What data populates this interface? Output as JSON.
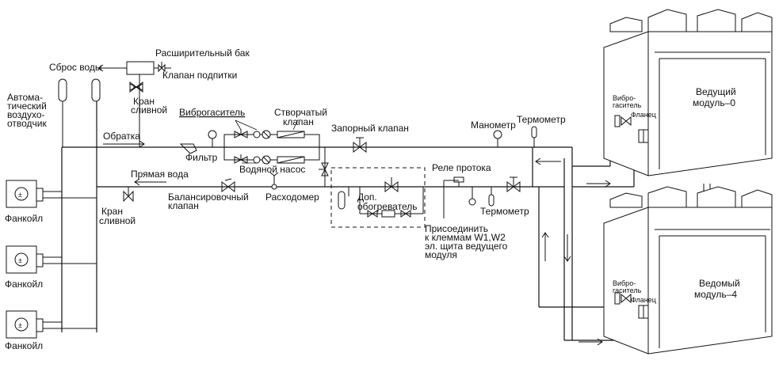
{
  "labels": {
    "expansion_tank": "Расширительный бак",
    "water_drain": "Сброс воды",
    "makeup_valve": "Клапан подпитки",
    "drain_valve_top": "Кран сливной",
    "auto_air_vent": "Автома-тический воздухо-отводчик",
    "vibration_damper": "Виброгаситель",
    "butterfly_valve": "Створчатый клапан",
    "return_flow": "Обратка",
    "filter": "Фильтр",
    "water_pump": "Водяной насос",
    "supply_water": "Прямая вода",
    "balancing_valve": "Балансировочный клапан",
    "flow_meter": "Расходомер",
    "drain_valve_bottom": "Кран сливной",
    "shutoff_valve": "Запорный клапан",
    "pressure_gauge": "Манометр",
    "thermometer_top": "Термометр",
    "flow_relay": "Реле протока",
    "aux_heater": "Доп. обогреватель",
    "thermometer_bottom": "Термометр",
    "connect_note": "Присоединить к клеммам W1,W2 эл. щита ведущего модуля",
    "fancoil_1": "Фанкойл",
    "fancoil_2": "Фанкойл",
    "fancoil_3": "Фанкойл",
    "fancoil_symbol": "±",
    "master_module": "Ведущий модуль–0",
    "slave_module": "Ведомый модуль–4",
    "module_damper_top": "Вибро-гаситель",
    "module_flange_top": "Фланец",
    "module_damper_bottom": "Вибро-гаситель",
    "module_flange_bottom": "Фланец"
  }
}
